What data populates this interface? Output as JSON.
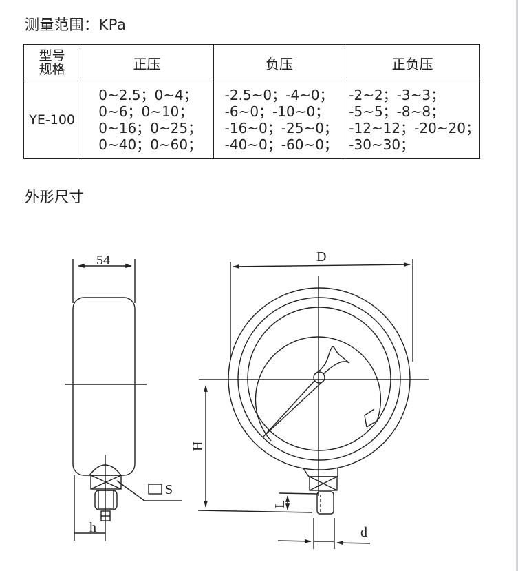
{
  "page": {
    "title": "测量范围：KPa",
    "section_title": "外形尺寸"
  },
  "spec_table": {
    "headers": {
      "model": [
        "型号",
        "规格"
      ],
      "positive": "正压",
      "negative": "负压",
      "compound": "正负压"
    },
    "rows": [
      {
        "model": "YE-100",
        "positive": [
          "0~2.5；0~4；",
          "0~6；0~10；",
          "0~16；0~25；",
          "0~40；0~60；"
        ],
        "negative": [
          "-2.5~0；-4~0；",
          "-6~0；-10~0；",
          "-16~0；-25~0；",
          "-40~0；-60~0；"
        ],
        "compound": [
          "-2~2；-3~3；",
          "-5~5；-8~8；",
          "-12~12；-20~20；",
          "-30~30；"
        ]
      }
    ]
  },
  "drawing": {
    "side_view": {
      "width_label": "54",
      "h_label": "h",
      "s_label": "S"
    },
    "front_view": {
      "diameter_label": "D",
      "height_label": "H",
      "thread_length_label": "L",
      "thread_diameter_label": "d"
    }
  },
  "colors": {
    "line": "#222222",
    "background": "#ffffff",
    "scrollbar": "#cfd3d8"
  }
}
